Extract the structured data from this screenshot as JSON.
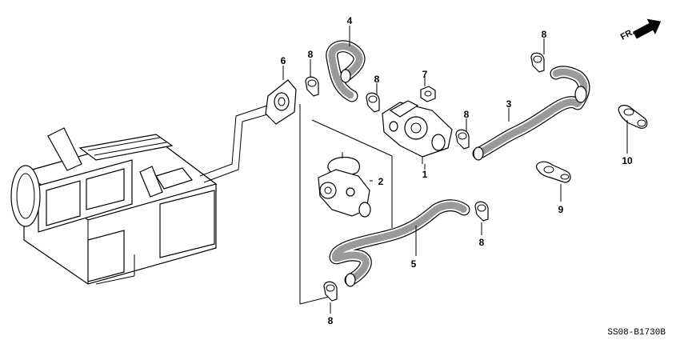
{
  "diagram_code": "SS08-B1730B",
  "direction_label": "FR.",
  "callouts": {
    "c1": "1",
    "c2": "2",
    "c3": "3",
    "c4": "4",
    "c5": "5",
    "c6": "6",
    "c7": "7",
    "c8a": "8",
    "c8b": "8",
    "c8c": "8",
    "c8d": "8",
    "c8e": "8",
    "c8f": "8",
    "c9": "9",
    "c10": "10"
  },
  "parts": [
    {
      "ref": "1",
      "kind": "water valve"
    },
    {
      "ref": "2",
      "kind": "water valve"
    },
    {
      "ref": "3",
      "kind": "hose"
    },
    {
      "ref": "4",
      "kind": "hose"
    },
    {
      "ref": "5",
      "kind": "hose"
    },
    {
      "ref": "6",
      "kind": "grommet"
    },
    {
      "ref": "7",
      "kind": "nut"
    },
    {
      "ref": "8",
      "kind": "hose clamp"
    },
    {
      "ref": "9",
      "kind": "clamp"
    },
    {
      "ref": "10",
      "kind": "clamp"
    }
  ]
}
